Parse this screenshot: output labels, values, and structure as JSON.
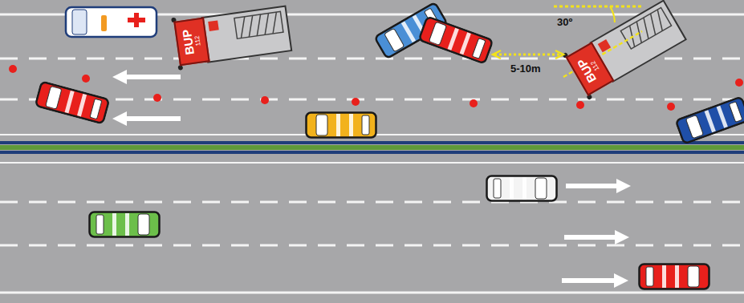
{
  "diagram": {
    "nodes": [
      {
        "text": [
          "BUP",
          "112"
        ]
      },
      {
        "text": [
          "BUP",
          "112"
        ]
      }
    ],
    "labels": [
      "30º",
      "5-10m"
    ]
  }
}
